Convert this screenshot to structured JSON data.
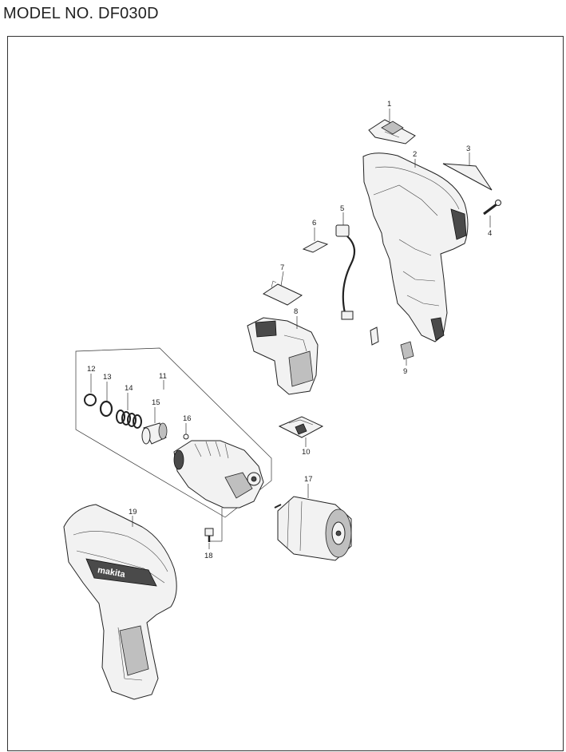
{
  "header": {
    "model_title": "MODEL NO. DF030D"
  },
  "diagram": {
    "callouts": [
      "1",
      "2",
      "3",
      "4",
      "5",
      "6",
      "7",
      "8",
      "9",
      "10",
      "11",
      "12",
      "13",
      "14",
      "15",
      "16",
      "17",
      "18",
      "19"
    ],
    "logo_text": "makita"
  }
}
